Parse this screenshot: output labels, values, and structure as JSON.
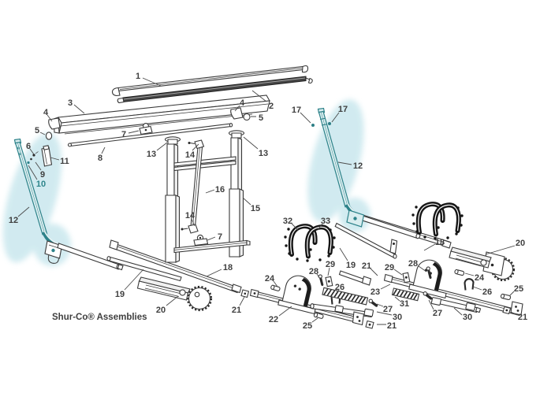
{
  "title": "Shur-Co® Assemblies",
  "colors": {
    "line": "#383838",
    "label_text": "#3f3f3f",
    "highlight_glow": "#cde9ef",
    "highlight_part_stroke": "#2d8289",
    "highlight_part_fill": "#d9edef",
    "dark_fill": "#1c1c1c",
    "background": "#ffffff"
  },
  "labels": {
    "l1": "1",
    "l2": "2",
    "l3": "3",
    "l4a": "4",
    "l4b": "4",
    "l5a": "5",
    "l5b": "5",
    "l6": "6",
    "l7a": "7",
    "l7b": "7",
    "l8": "8",
    "l9": "9",
    "l10": "10",
    "l11": "11",
    "l12a": "12",
    "l12b": "12",
    "l13a": "13",
    "l13b": "13",
    "l14a": "14",
    "l14b": "14",
    "l15": "15",
    "l16": "16",
    "l17a": "17",
    "l17b": "17",
    "l18a": "18",
    "l18b": "18",
    "l19a": "19",
    "l19b": "19",
    "l20a": "20",
    "l20b": "20",
    "l21a": "21",
    "l21b": "21",
    "l21c": "21",
    "l21d": "21",
    "l22": "22",
    "l23": "23",
    "l24a": "24",
    "l24b": "24",
    "l25a": "25",
    "l25b": "25",
    "l26a": "26",
    "l26b": "26",
    "l27a": "27",
    "l27b": "27",
    "l28a": "28",
    "l28b": "28",
    "l29a": "29",
    "l29b": "29",
    "l30a": "30",
    "l30b": "30",
    "l31": "31",
    "l32": "32",
    "l33": "33"
  }
}
